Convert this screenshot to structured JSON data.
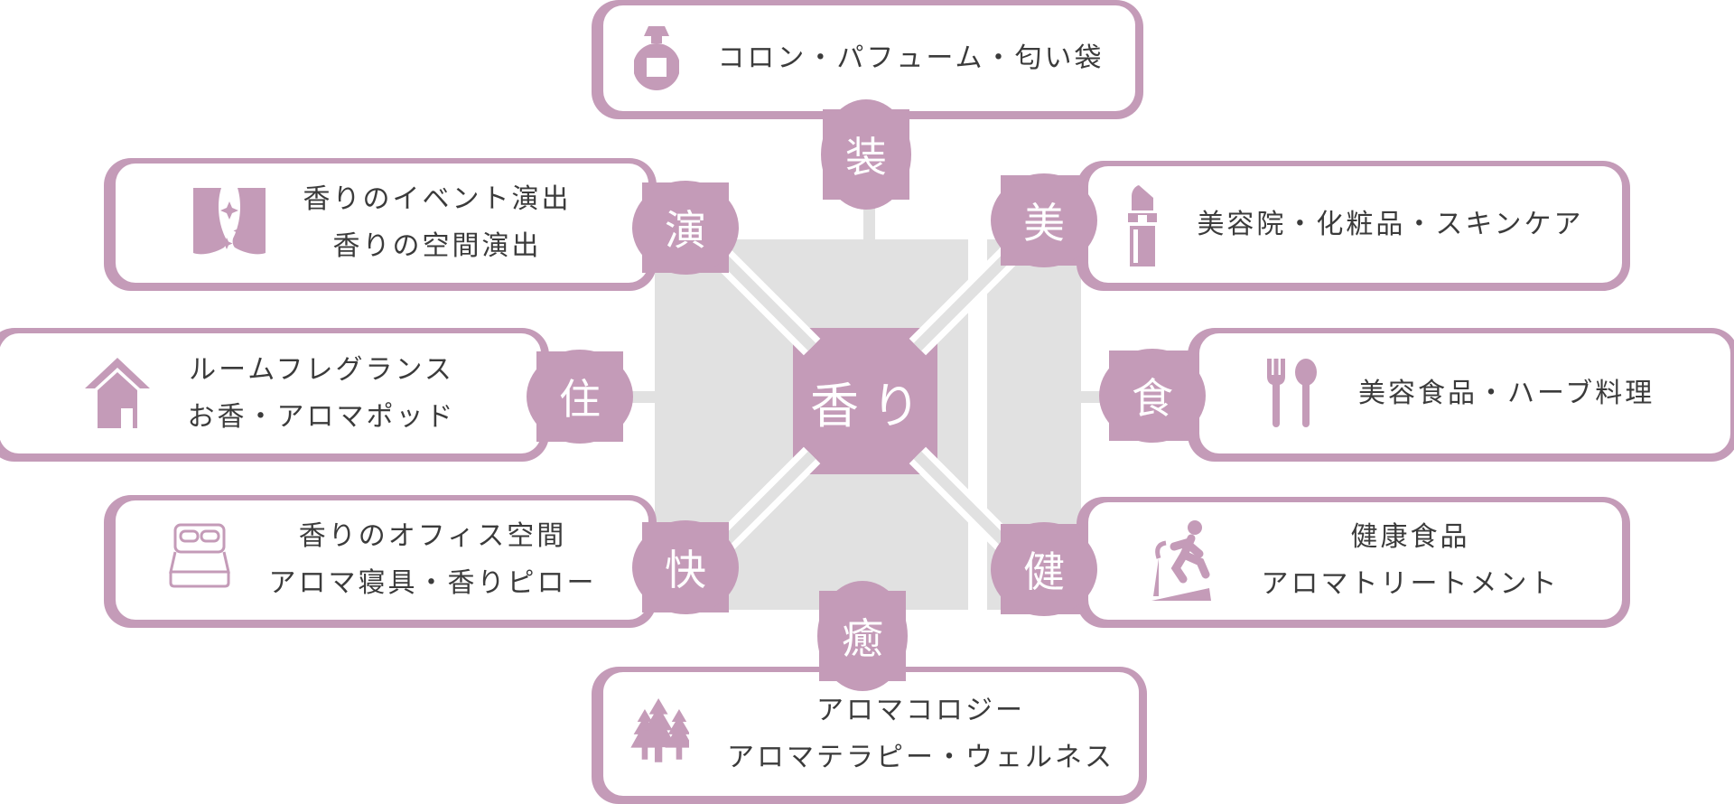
{
  "title": "香り(fragrance) business category diagram",
  "colors": {
    "mauve": "#c49bb8",
    "gray": "#e1e1e1",
    "text": "#3b3b3b",
    "card_bg": "#ffffff"
  },
  "center": {
    "label": "香り"
  },
  "nodes": [
    {
      "kanji": "装",
      "icon": "perfume-bottle-icon",
      "lines": [
        "コロン・パフューム・匂い袋"
      ]
    },
    {
      "kanji": "演",
      "icon": "curtains-icon",
      "lines": [
        "香りのイベント演出",
        "香りの空間演出"
      ]
    },
    {
      "kanji": "美",
      "icon": "lipstick-icon",
      "lines": [
        "美容院・化粧品・スキンケア"
      ]
    },
    {
      "kanji": "住",
      "icon": "house-icon",
      "lines": [
        "ルームフレグランス",
        "お香・アロマポッド"
      ]
    },
    {
      "kanji": "食",
      "icon": "fork-spoon-icon",
      "lines": [
        "美容食品・ハーブ料理"
      ]
    },
    {
      "kanji": "快",
      "icon": "bed-icon",
      "lines": [
        "香りのオフィス空間",
        "アロマ寝具・香りピロー"
      ]
    },
    {
      "kanji": "健",
      "icon": "treadmill-runner-icon",
      "lines": [
        "健康食品",
        "アロマトリートメント"
      ]
    },
    {
      "kanji": "癒",
      "icon": "trees-icon",
      "lines": [
        "アロマコロジー",
        "アロマテラピー・ウェルネス"
      ]
    }
  ]
}
